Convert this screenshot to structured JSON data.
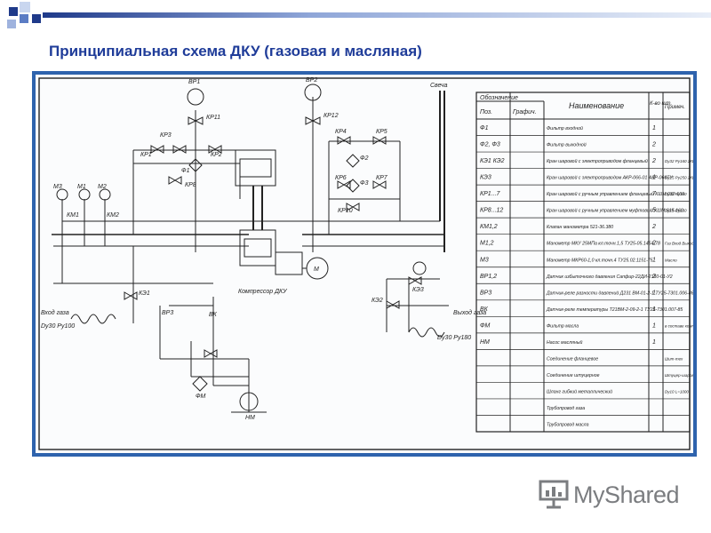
{
  "title": "Принципиальная схема ДКУ (газовая и масляная)",
  "logo": {
    "text": "MyShared",
    "icon": "presentation-board-icon"
  },
  "colors": {
    "title": "#1f3c99",
    "frame": "#2e63ad",
    "accent_square": "#1f3a8a"
  },
  "schematic_labels": {
    "bp1": "ВР1",
    "bp2": "ВР2",
    "svecha": "Свеча",
    "kp11": "КР11",
    "kp12": "КР12",
    "kp1": "КР1",
    "kp2": "КР2",
    "kp3": "КР3",
    "kp8": "КР8",
    "kp4": "КР4",
    "kp5": "КР5",
    "kp6": "КР6",
    "kp7": "КР7",
    "kp10": "КР10",
    "f1": "Ф1",
    "f2": "Ф2",
    "f3": "Ф3",
    "m1": "М1",
    "m2": "М2",
    "m3": "М3",
    "km1": "КМ1",
    "km2": "КМ2",
    "ke1": "КЭ1",
    "ke2": "КЭ2",
    "ke3": "КЭ3",
    "motor": "М",
    "compressor": "Компрессор ДКУ",
    "bp3": "ВР3",
    "bk": "ВК",
    "fm": "ФМ",
    "nm": "НМ",
    "gas_in": "Вход газа",
    "gas_in_spec": "Dу30 Ру100",
    "gas_out": "Выход газа",
    "gas_out_spec": "Dу30 Ру180"
  },
  "table": {
    "headers": {
      "designation": "Обозначение",
      "pos": "Поз.",
      "graph": "Графич.",
      "name": "Наименование",
      "qty": "К-во шт.",
      "note": "Примеч."
    },
    "rows": [
      {
        "pos": "Ф1",
        "name": "Фильтр входной",
        "qty": "1",
        "note": ""
      },
      {
        "pos": "Ф2, Ф3",
        "name": "Фильтр выходной",
        "qty": "2",
        "note": ""
      },
      {
        "pos": "КЭ1 КЭ2",
        "name": "Кран шаровой с электроприводом фланцевый",
        "qty": "2",
        "note": "Dу32 Ру160 2КВ"
      },
      {
        "pos": "КЭ3",
        "name": "Кран шаровой с электроприводом АКР-066-01 АКР-066ТУ",
        "qty": "1",
        "note": "Dу15 Ру250 2КВ"
      },
      {
        "pos": "КР1...7",
        "name": "Кран шаровой с ручным управлением фланцевый КШМ.032-160",
        "qty": "7",
        "note": "Dу32 Ру160"
      },
      {
        "pos": "КР8...12",
        "name": "Кран шаровой с ручным управлением муфтовый КШМ.015-160",
        "qty": "5",
        "note": "Dу15 Ру160"
      },
      {
        "pos": "КМ1,2",
        "name": "Клапан манометра 521-36.380",
        "qty": "2",
        "note": ""
      },
      {
        "pos": "М1,2",
        "name": "Манометр МКУ 25МПа кл.точн.1,5 ТУ25-05.1454-78",
        "qty": "2",
        "note": "Газ Вход Выход"
      },
      {
        "pos": "М3",
        "name": "Манометр МКР60-1,0 кл.точн.4 ТУ25.02.1151-75",
        "qty": "1",
        "note": "Масло"
      },
      {
        "pos": "ВР1,2",
        "name": "Датчик избыточного давления Сапфир-22ДИ-2150-01-У2",
        "qty": "2",
        "note": ""
      },
      {
        "pos": "ВР3",
        "name": "Датчик-реле разности давлений Д231 ВМ-01-2-1 ТУ25-7301.006-86",
        "qty": "1",
        "note": ""
      },
      {
        "pos": "ВК",
        "name": "Датчик-реле температуры Т21ВМ-2-09-2-1 ТУ25-7301.007-85",
        "qty": "1",
        "note": ""
      },
      {
        "pos": "ФМ",
        "name": "Фильтр масла",
        "qty": "1",
        "note": "в составе компрессора"
      },
      {
        "pos": "НМ",
        "name": "Насос масляный",
        "qty": "1",
        "note": ""
      },
      {
        "pos": "",
        "name": "Соединение фланцевое",
        "qty": "",
        "note": "Шит-тех"
      },
      {
        "pos": "",
        "name": "Соединение штуцерное",
        "qty": "",
        "note": "Штуцер-шаровой"
      },
      {
        "pos": "",
        "name": "Шланг гибкий металлический",
        "qty": "",
        "note": "Dу10 L=1000"
      },
      {
        "pos": "",
        "name": "Трубопровод газа",
        "qty": "",
        "note": ""
      },
      {
        "pos": "",
        "name": "Трубопровод масла",
        "qty": "",
        "note": ""
      }
    ]
  }
}
